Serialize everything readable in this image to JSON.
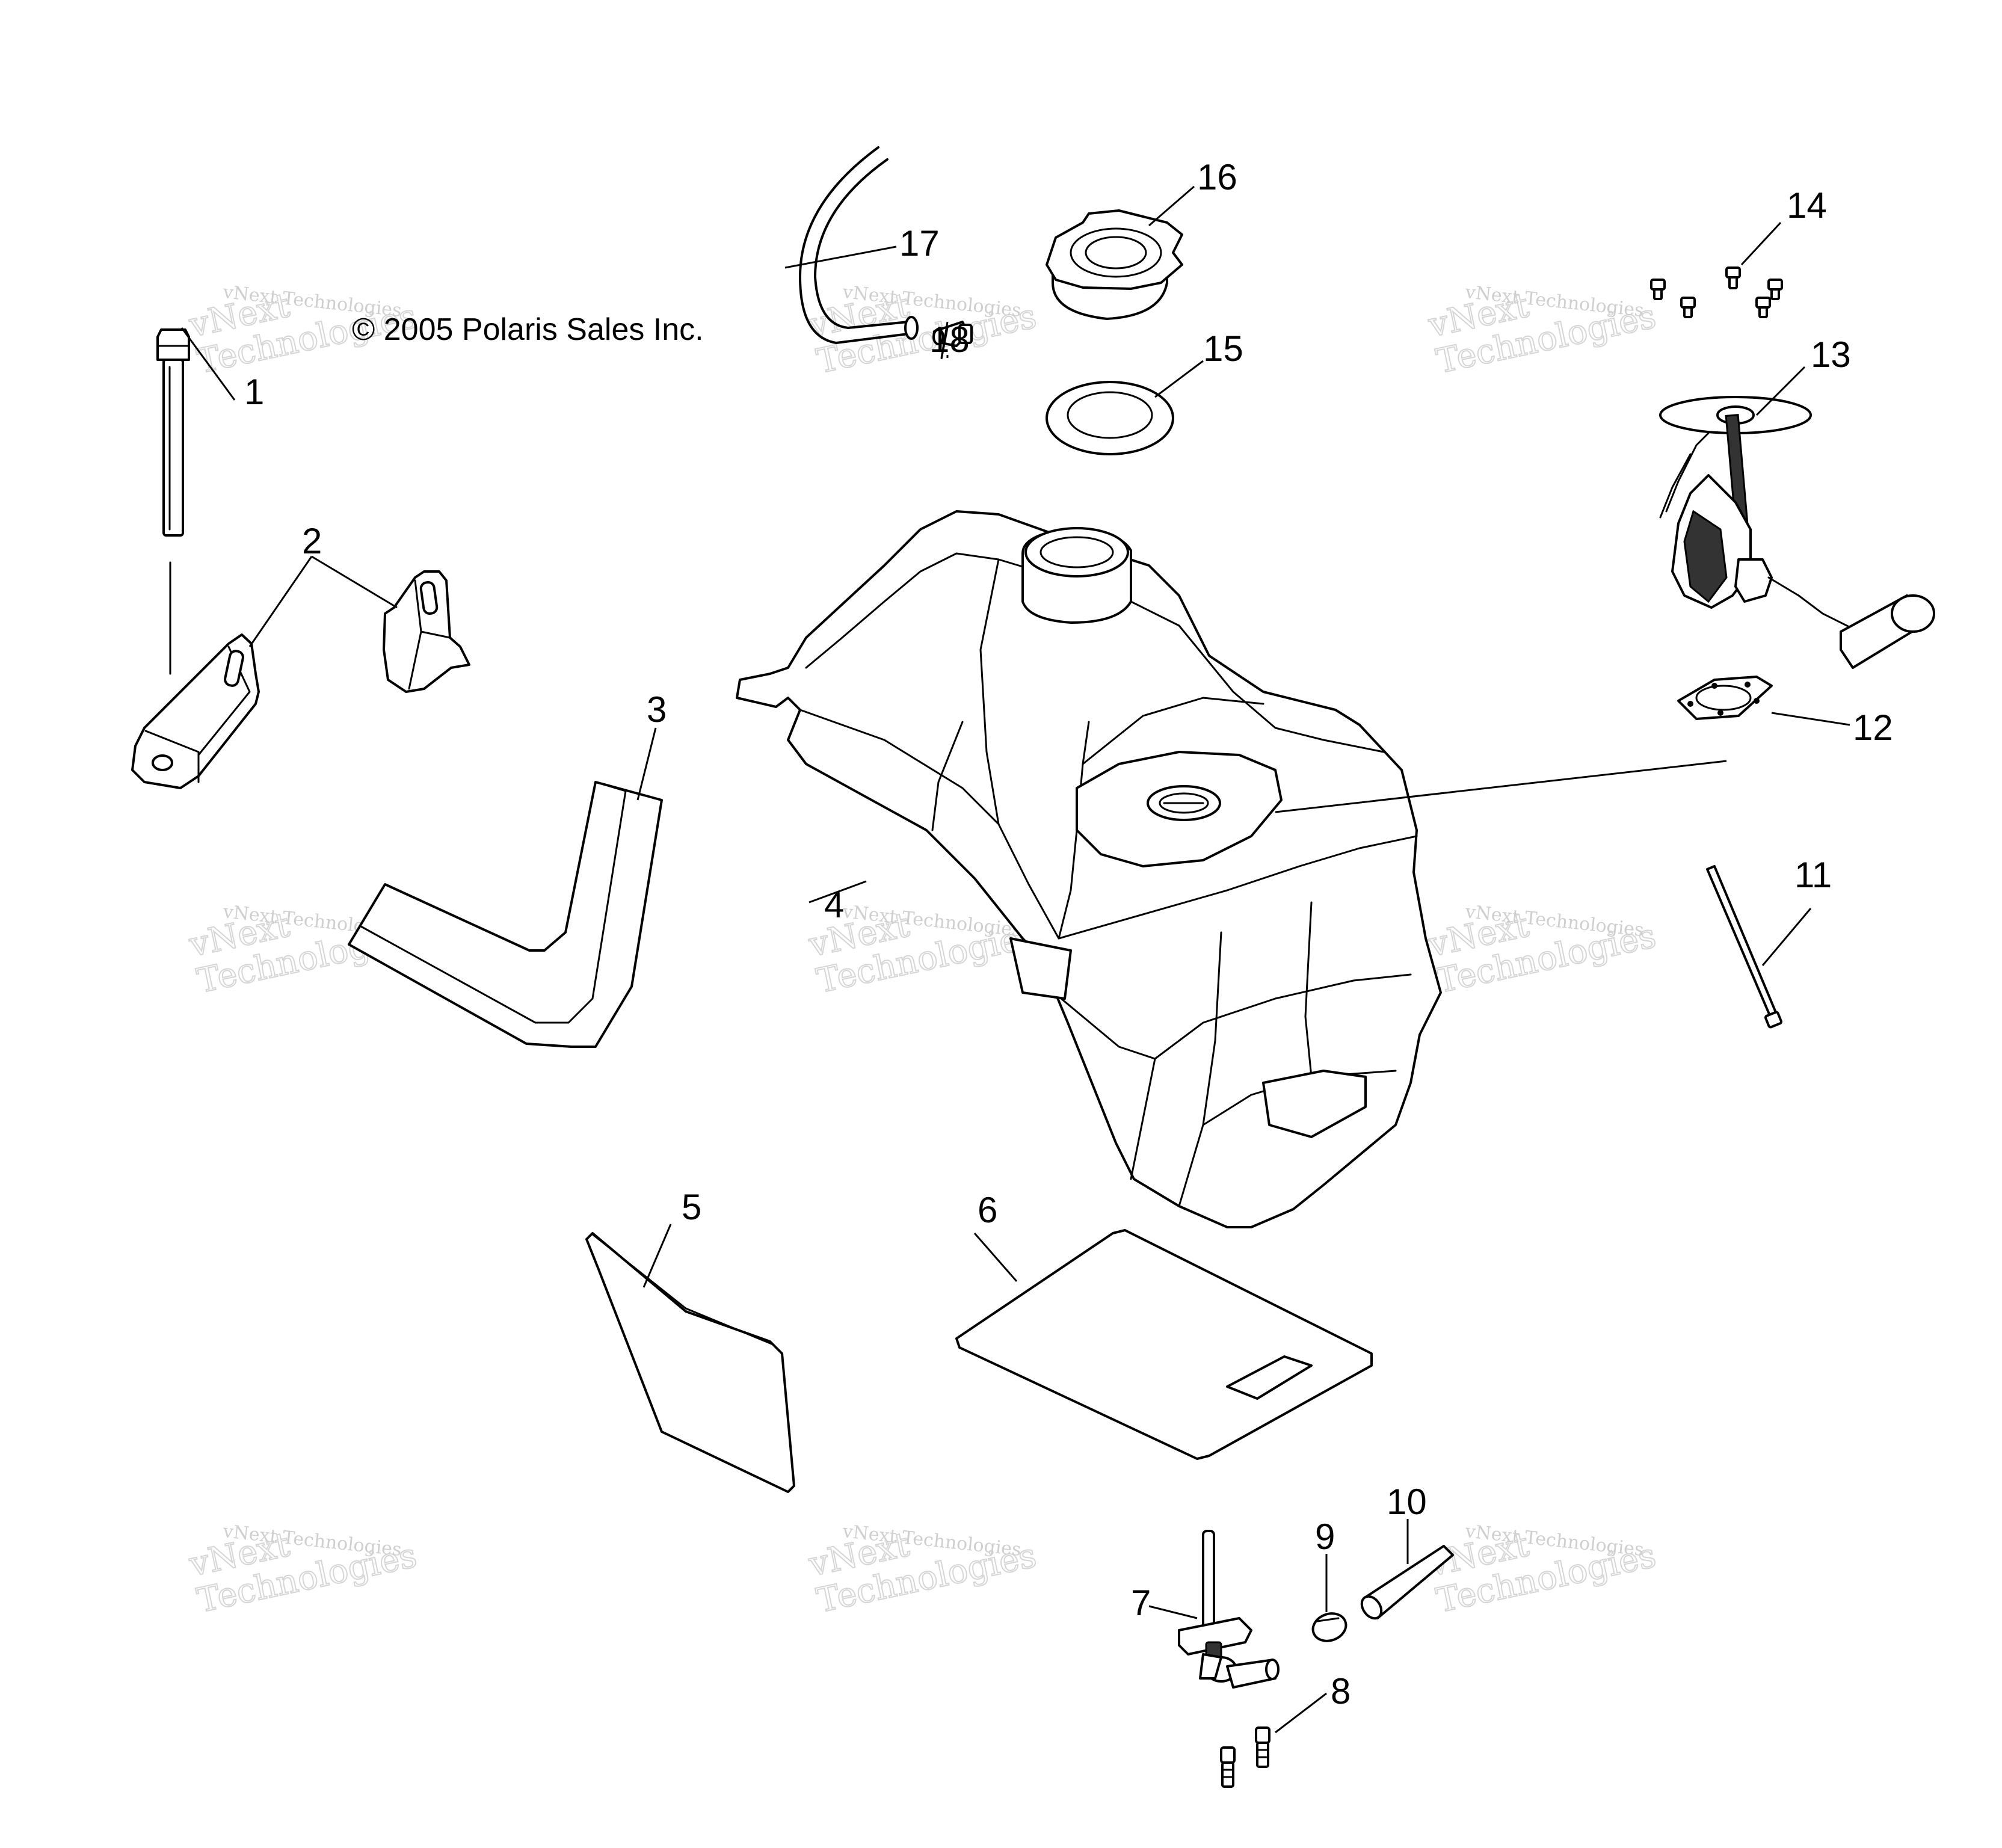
{
  "copyright": "© 2005 Polaris Sales Inc.",
  "watermark": {
    "line1": "vNext Technologies",
    "line2": "vNext\nTechnologies"
  },
  "callouts": [
    "1",
    "2",
    "3",
    "4",
    "5",
    "6",
    "7",
    "8",
    "9",
    "10",
    "11",
    "12",
    "13",
    "14",
    "15",
    "16",
    "17",
    "18"
  ]
}
